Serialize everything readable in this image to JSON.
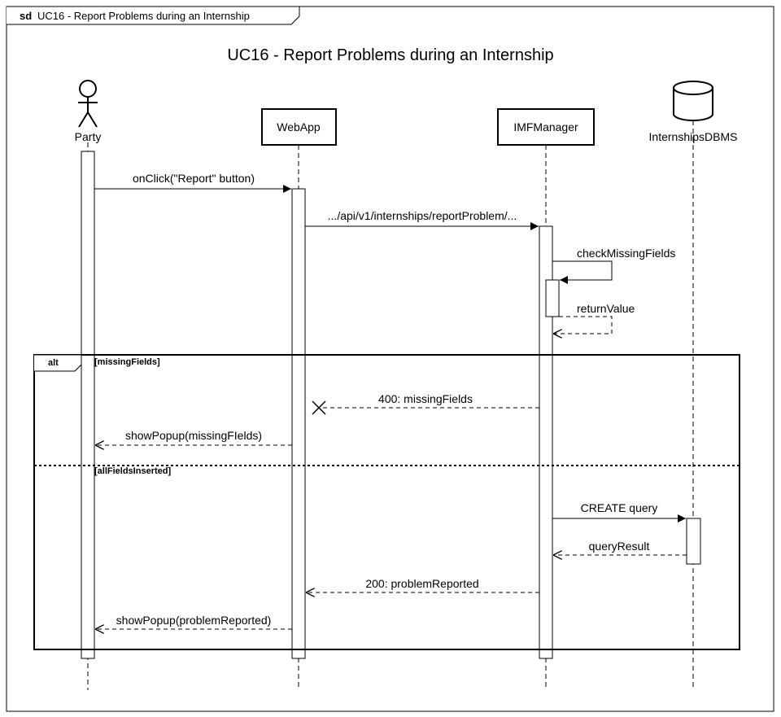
{
  "frame": {
    "keyword": "sd",
    "name": "UC16 - Report Problems during an Internship"
  },
  "title": "UC16 - Report Problems during an Internship",
  "participants": {
    "party": "Party",
    "webapp": "WebApp",
    "imf": "IMFManager",
    "dbms": "InternshipsDBMS"
  },
  "messages": {
    "m1": "onClick(\"Report\" button)",
    "m2": ".../api/v1/internships/reportProblem/...",
    "m3": "checkMissingFields",
    "m4": "returnValue",
    "m5": "400: missingFields",
    "m6": "showPopup(missingFIelds)",
    "m7": "CREATE query",
    "m8": "queryResult",
    "m9": "200: problemReported",
    "m10": "showPopup(problemReported)"
  },
  "fragment": {
    "operator": "alt",
    "guard1": "[missingFields]",
    "guard2": "[allFieldsInserted]"
  }
}
